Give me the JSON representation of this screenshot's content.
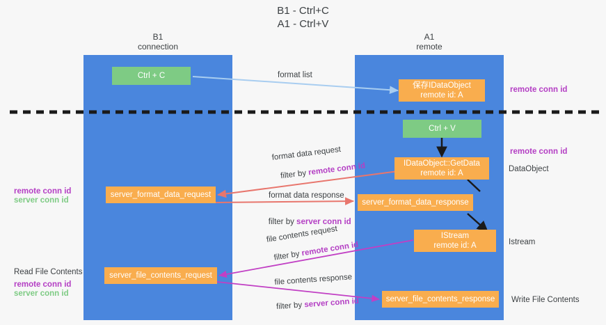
{
  "title": "B1 - Ctrl+C\nA1 - Ctrl+V",
  "colors": {
    "lane": "#4a86dd",
    "green_box": "#7ecb84",
    "orange_box": "#f9ad4e",
    "purple_text": "#b43fc4",
    "green_text": "#7ecb84",
    "blue_arrow": "#a8cdf0",
    "red_arrow": "#e8766d",
    "magenta_arrow": "#c13fc4",
    "black_arrow": "#1a1a1a",
    "background": "#f7f7f7"
  },
  "lanes": [
    {
      "id": "b1",
      "title": "B1\nconnection"
    },
    {
      "id": "a1",
      "title": "A1\nremote"
    }
  ],
  "boxes": [
    {
      "id": "ctrl-c",
      "label": "Ctrl + C",
      "style": "green"
    },
    {
      "id": "save-idataobject",
      "label": "保存IDataObject\nremote id: A",
      "style": "orange"
    },
    {
      "id": "ctrl-v",
      "label": "Ctrl + V",
      "style": "green"
    },
    {
      "id": "getdata",
      "label": "IDataObject::GetData\nremote id: A",
      "style": "orange"
    },
    {
      "id": "server-format-data-request",
      "label": "server_format_data_request",
      "style": "orange"
    },
    {
      "id": "server-format-data-response",
      "label": "server_format_data_response",
      "style": "orange"
    },
    {
      "id": "istream",
      "label": "IStream\nremote id: A",
      "style": "orange"
    },
    {
      "id": "server-file-contents-request",
      "label": "server_file_contents_request",
      "style": "orange"
    },
    {
      "id": "server-file-contents-response",
      "label": "server_file_contents_response",
      "style": "orange"
    }
  ],
  "edge_labels": {
    "format_list": "format list",
    "format_data_request": "format data request",
    "format_data_request_filter_prefix": "filter by ",
    "format_data_request_filter_key": "remote conn id",
    "format_data_response": "format data response",
    "format_data_response_filter_prefix": "filter by ",
    "format_data_response_filter_key": "server conn id",
    "file_contents_request": "file contents request",
    "file_contents_request_filter_prefix": "filter by ",
    "file_contents_request_filter_key": "remote conn id",
    "file_contents_response": "file contents response",
    "file_contents_response_filter_prefix": "filter by ",
    "file_contents_response_filter_key": "server conn id"
  },
  "side_labels": {
    "right_remote_conn_id_top": "remote conn id",
    "right_remote_conn_id_mid": "remote conn id",
    "right_dataobject": "DataObject",
    "right_istream": "Istream",
    "right_write_file_contents": "Write File Contents",
    "left_remote_conn_id": "remote conn id",
    "left_server_conn_id": "server conn id",
    "left_read_file_contents": "Read File Contents",
    "left_remote_conn_id_2": "remote conn id",
    "left_server_conn_id_2": "server conn id"
  }
}
